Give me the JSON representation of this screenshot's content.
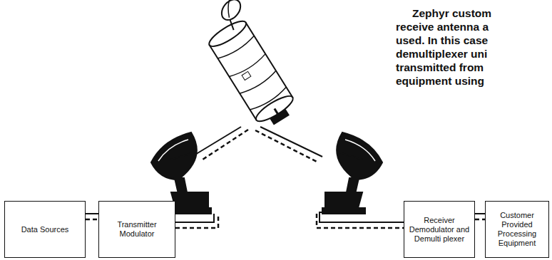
{
  "diagram": {
    "nodes": [
      {
        "text": [
          "Data Sources"
        ]
      },
      {
        "text": [
          "Transmitter Modulator"
        ]
      },
      {
        "text": [
          "Receiver Demodulator and Demulti plexer"
        ]
      },
      {
        "text": [
          "Customer Provided Processing Equipment"
        ]
      }
    ],
    "edges": [
      {
        "from": 0,
        "to": 1,
        "arrow": "none"
      },
      {
        "from": 2,
        "to": 3,
        "arrow": "none"
      }
    ],
    "labels": [
      "Zephyr custom",
      "receive antenna a",
      "used. In this case",
      "demultiplexer uni",
      "transmitted from",
      "equipment using"
    ]
  }
}
